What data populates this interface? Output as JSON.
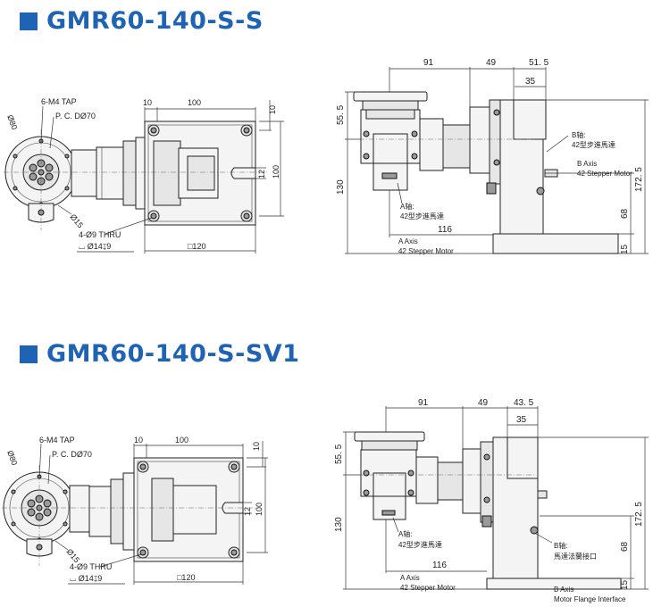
{
  "sections": [
    {
      "title": "GMR60-140-S-S",
      "left_view": {
        "tap": "6-M4 TAP",
        "pcd": "P. C. DØ70",
        "dia80": "Ø80",
        "dia15": "Ø15",
        "thru": "4-Ø9 THRU",
        "cbore": "⌴ Ø14↧9",
        "dim_10_top": "10",
        "dim_100_top": "100",
        "dim_10_right": "10",
        "dim_12": "12",
        "dim_100_right": "100",
        "dim_box120": "□120"
      },
      "right_view": {
        "dim_91": "91",
        "dim_49": "49",
        "dim_51_5": "51. 5",
        "dim_35": "35",
        "dim_55_5": "55. 5",
        "dim_130": "130",
        "dim_116": "116",
        "dim_172_5": "172. 5",
        "dim_68": "68",
        "dim_15": "15",
        "a_axis_cn_1": "A轴:",
        "a_axis_cn_2": "42型步進馬達",
        "a_axis_en_1": "A Axis",
        "a_axis_en_2": "42 Stepper Motor",
        "b_axis_cn_1": "B轴:",
        "b_axis_cn_2": "42型步進馬達",
        "b_axis_en_1": "B Axis",
        "b_axis_en_2": "42 Stepper Motor"
      }
    },
    {
      "title": "GMR60-140-S-SV1",
      "left_view": {
        "tap": "6-M4 TAP",
        "pcd": "P. C. DØ70",
        "dia80": "Ø80",
        "dia15": "Ø15",
        "thru": "4-Ø9 THRU",
        "cbore": "⌴ Ø14↧9",
        "dim_10_top": "10",
        "dim_100_top": "100",
        "dim_10_right": "10",
        "dim_12": "12",
        "dim_100_right": "100",
        "dim_box120": "□120"
      },
      "right_view": {
        "dim_91": "91",
        "dim_49": "49",
        "dim_43_5": "43. 5",
        "dim_35": "35",
        "dim_55_5": "55. 5",
        "dim_130": "130",
        "dim_116": "116",
        "dim_172_5": "172. 5",
        "dim_68": "68",
        "dim_15": "15",
        "a_axis_cn_1": "A轴:",
        "a_axis_cn_2": "42型步進馬達",
        "a_axis_en_1": "A Axis",
        "a_axis_en_2": "42 Stepper Motor",
        "b_axis_cn_1": "B轴:",
        "b_axis_cn_2": "馬達法蘭接口",
        "b_axis_en_1": "B Axis",
        "b_axis_en_2": "Motor Flange Interface"
      }
    }
  ],
  "colors": {
    "title_blue": "#1f63b5",
    "line": "#222222"
  }
}
